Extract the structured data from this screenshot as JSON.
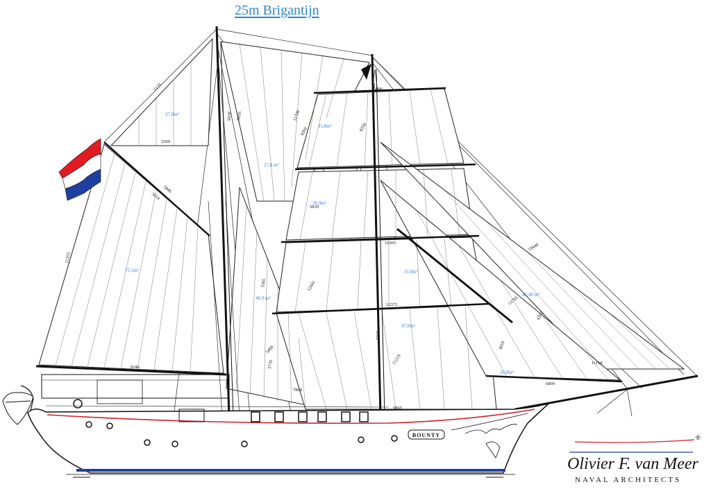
{
  "header": {
    "title": "25m Brigantijn"
  },
  "brand": {
    "name": "Olivier F. van Meer",
    "subtitle": "NAVAL ARCHITECTS",
    "registered": "®"
  },
  "ship": {
    "name_plate": "BOUNTY"
  },
  "sail_areas": {
    "gaff_topsail": "27,8m²",
    "mainsail": "75,1m²",
    "main_staysail": "27,8 m²",
    "lower_staysail": "40,9 m²",
    "fore_royal": "25,8m²",
    "fore_topgallant": "28,9m²",
    "fore_upper_topsail": "31,8m²",
    "fore_course": "47,0m²",
    "outer_jib": "42,38 m²",
    "fore_staysail": "26,8m²"
  },
  "dimensions": {
    "d7120": "7120",
    "d11353": "11353",
    "d5309": "5309",
    "d9038": "9038",
    "d9816": "9816",
    "d11708": "11708",
    "d5846": "5846",
    "d5614": "5614",
    "d4260": "4260",
    "d8250": "8250",
    "d6806": "6806",
    "d5839": "5839",
    "d9346": "9346",
    "d3265": "3265",
    "d12441": "12441",
    "d5499": "5499",
    "d5735": "5735",
    "d7808": "7808",
    "d11219": "11219",
    "d9865": "9865",
    "d9368": "9368",
    "d19449": "19449",
    "d13785": "13785",
    "d4262": "4262",
    "d3810": "3810",
    "d11118": "11118",
    "d6899": "6899",
    "d12372": "12372",
    "d10365": "10365"
  },
  "colors": {
    "title": "#2f86d0",
    "sail_label": "#3a7fd6",
    "flag_red": "#e21b23",
    "flag_blue": "#1f3fa0",
    "waterline_blue": "#1f3fa0",
    "sheer_red": "#d0202a",
    "line": "#111111"
  }
}
